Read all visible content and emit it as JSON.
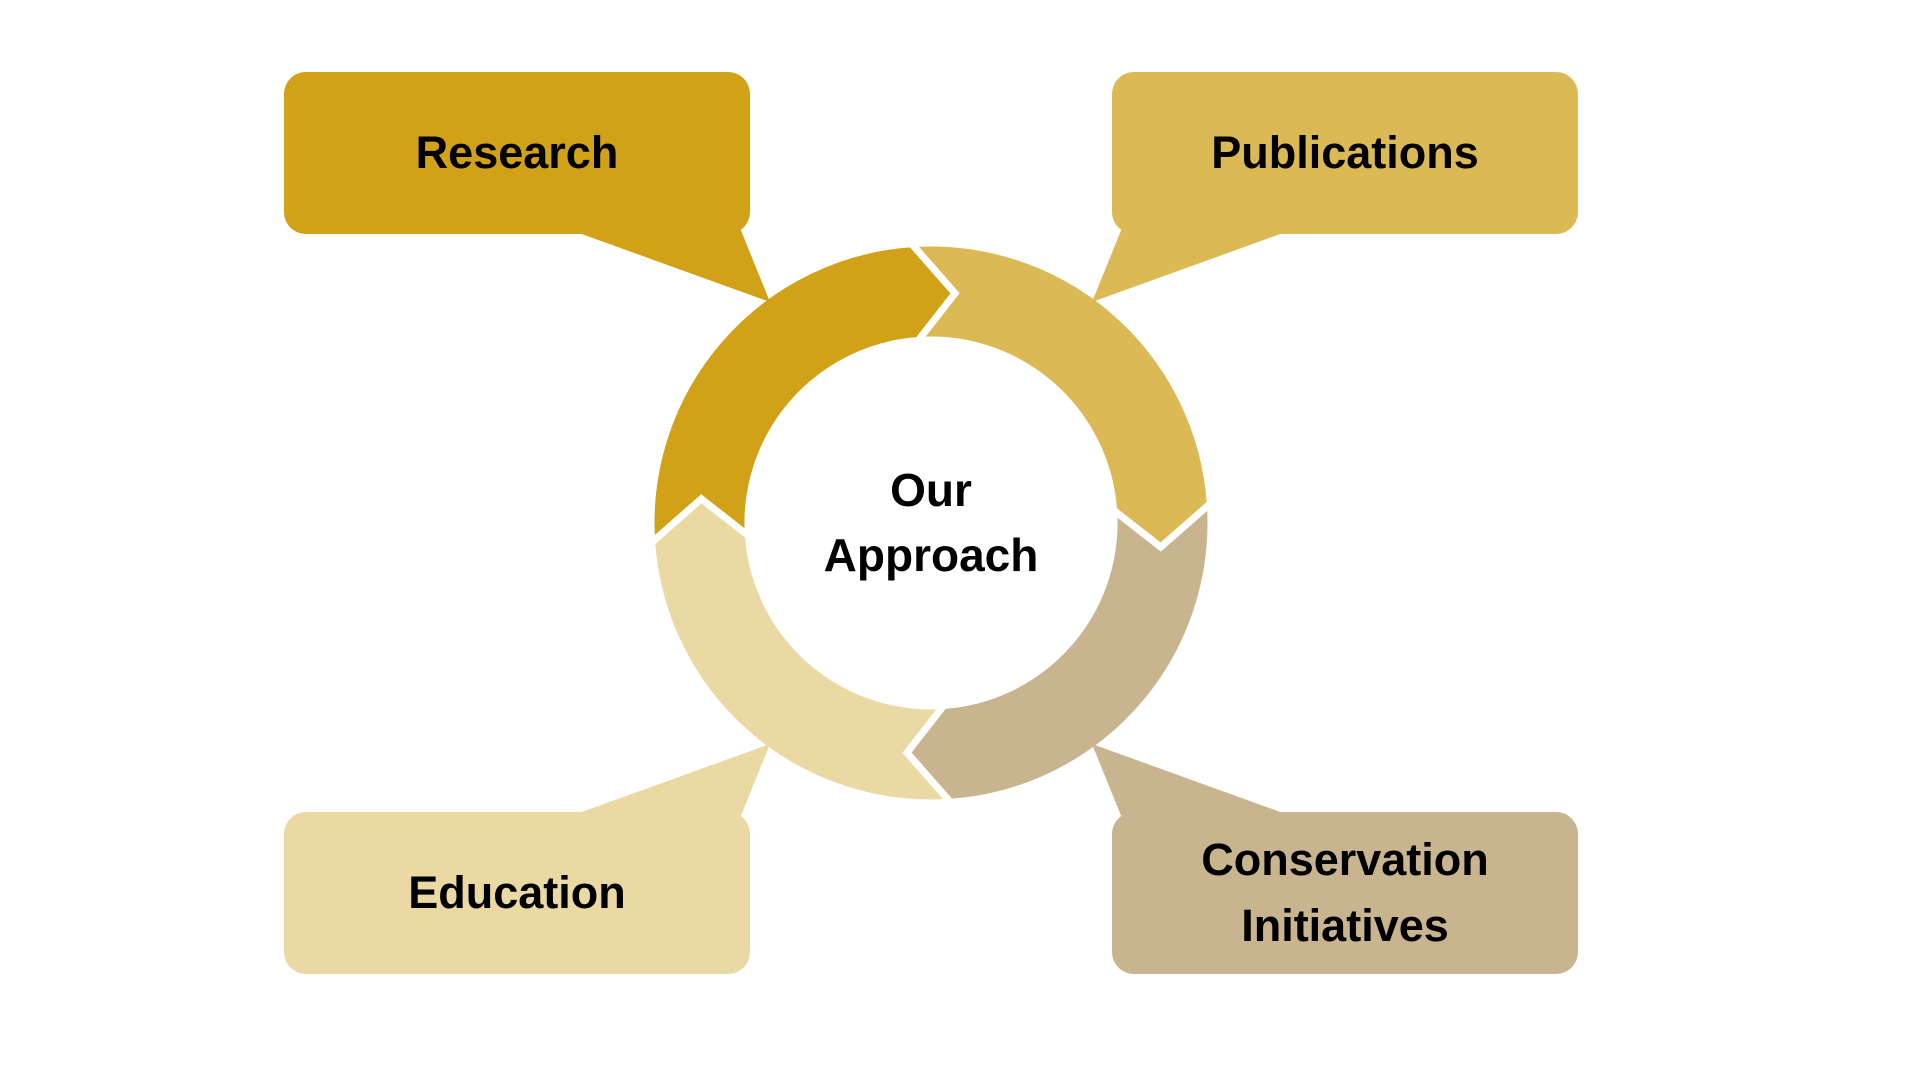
{
  "page": {
    "type": "cycle-diagram",
    "background": "#FFFFFF",
    "text_color": "#000000"
  },
  "diagram": {
    "center": {
      "label": "Our Approach",
      "lines": [
        "Our",
        "Approach"
      ]
    },
    "flow": "clockwise",
    "nodes": [
      {
        "label": "Research",
        "position": "top-left",
        "color": "#D1A117"
      },
      {
        "label": "Publications",
        "position": "top-right",
        "color": "#DBBA55"
      },
      {
        "label": "Conservation Initiatives",
        "position": "bottom-right",
        "color": "#C8B48E"
      },
      {
        "label": "Education",
        "position": "bottom-left",
        "color": "#EBD9A3"
      }
    ]
  }
}
